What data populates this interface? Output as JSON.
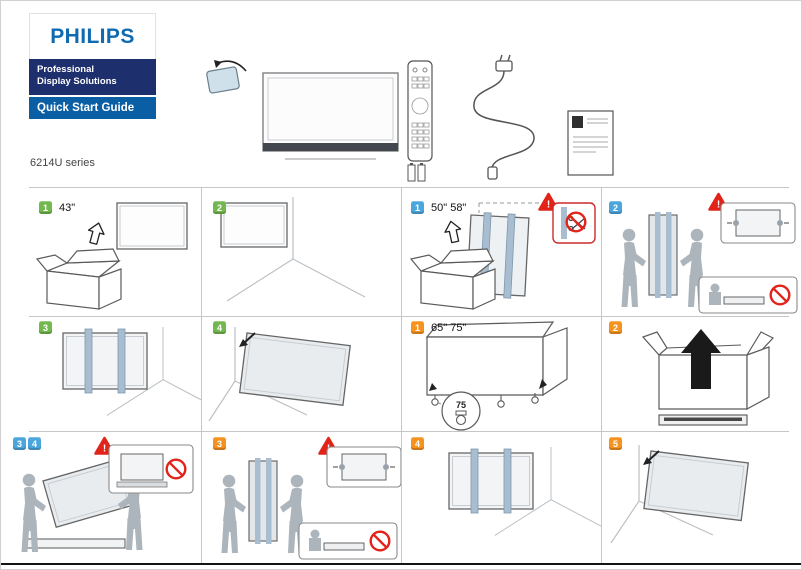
{
  "brand": {
    "name": "PHILIPS",
    "tagline_line1": "Professional",
    "tagline_line2": "Display Solutions",
    "guide_title": "Quick Start Guide",
    "series": "6214U series"
  },
  "colors": {
    "brand_blue": "#0E6BB2",
    "navy": "#1E2F6D",
    "guide_blue": "#0A5FA4",
    "green": "#72B84E",
    "blue": "#4BA6DD",
    "orange": "#F6921E",
    "warning_red": "#E2231A"
  },
  "sizes": {
    "s43": "43\"",
    "s50_58": "50\" 58\"",
    "s65_75": "65\" 75\""
  },
  "steps": {
    "green": [
      "1",
      "2",
      "3",
      "4"
    ],
    "blue": [
      "1",
      "2",
      "3",
      "4"
    ],
    "orange": [
      "1",
      "2",
      "3",
      "4",
      "5"
    ]
  },
  "warning": {
    "symbol": "!"
  },
  "annotations": {
    "caster_size": "75"
  }
}
